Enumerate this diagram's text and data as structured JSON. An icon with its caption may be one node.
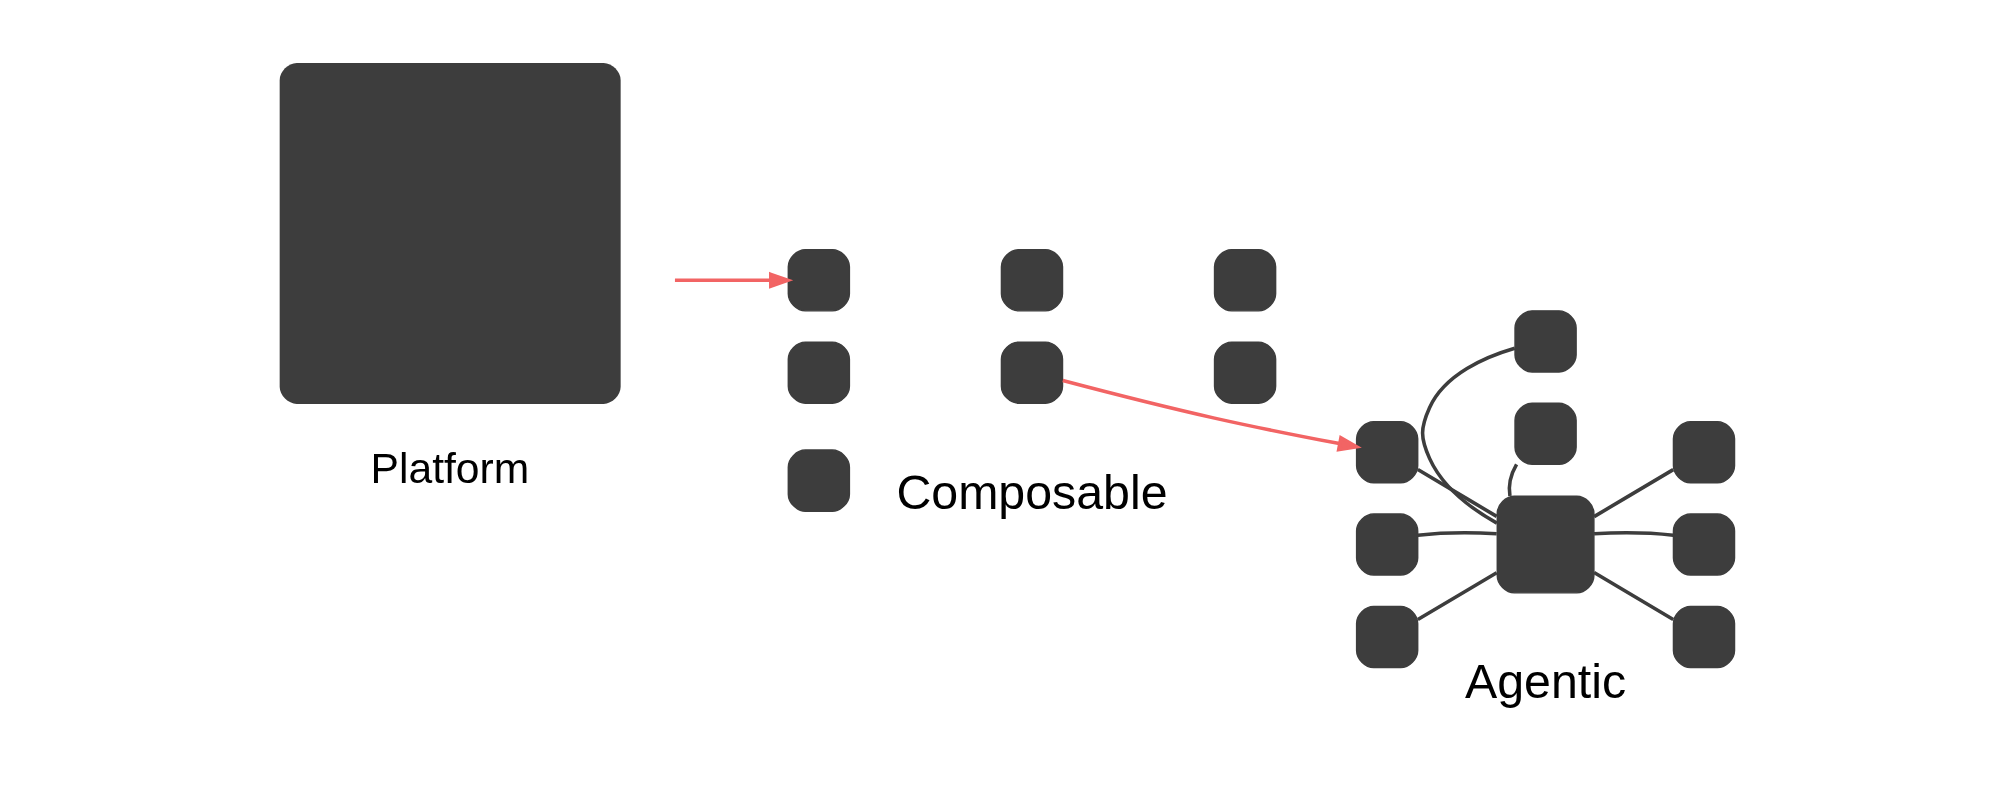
{
  "diagram": {
    "nodes": [
      {
        "text": [
          "Platform"
        ]
      },
      {
        "text": [],
        "shape": "box"
      },
      {
        "text": [],
        "shape": "box"
      },
      {
        "text": [],
        "shape": "box"
      },
      {
        "text": [],
        "shape": "box"
      },
      {
        "text": [],
        "shape": "box"
      },
      {
        "text": [],
        "shape": "box"
      },
      {
        "text": [],
        "shape": "box"
      },
      {
        "text": [],
        "shape": "box"
      },
      {
        "text": [],
        "shape": "box"
      },
      {
        "text": [],
        "shape": "box"
      },
      {
        "text": [],
        "shape": "box"
      },
      {
        "text": [],
        "shape": "box"
      },
      {
        "text": [],
        "shape": "box"
      },
      {
        "text": [],
        "shape": "box"
      },
      {
        "text": [],
        "shape": "box"
      },
      {
        "text": [],
        "shape": "box"
      }
    ],
    "edges": [
      {
        "from": 0,
        "to": 4,
        "arrow": "to",
        "color": "#f26464"
      },
      {
        "from": 5,
        "to": 11,
        "arrow": "to",
        "color": "#f26464"
      },
      {
        "from": 8,
        "to": 9,
        "arrow": "none"
      },
      {
        "from": 9,
        "to": 10,
        "arrow": "none"
      },
      {
        "from": 9,
        "to": 12,
        "arrow": "none"
      },
      {
        "from": 11,
        "to": 9,
        "arrow": "none"
      },
      {
        "from": 9,
        "to": 13,
        "arrow": "none"
      },
      {
        "from": 14,
        "to": 9,
        "arrow": "none"
      },
      {
        "from": 9,
        "to": 15,
        "arrow": "none"
      },
      {
        "from": 9,
        "to": 16,
        "arrow": "none"
      }
    ],
    "labels": [
      "Composable",
      "Agentic"
    ]
  }
}
